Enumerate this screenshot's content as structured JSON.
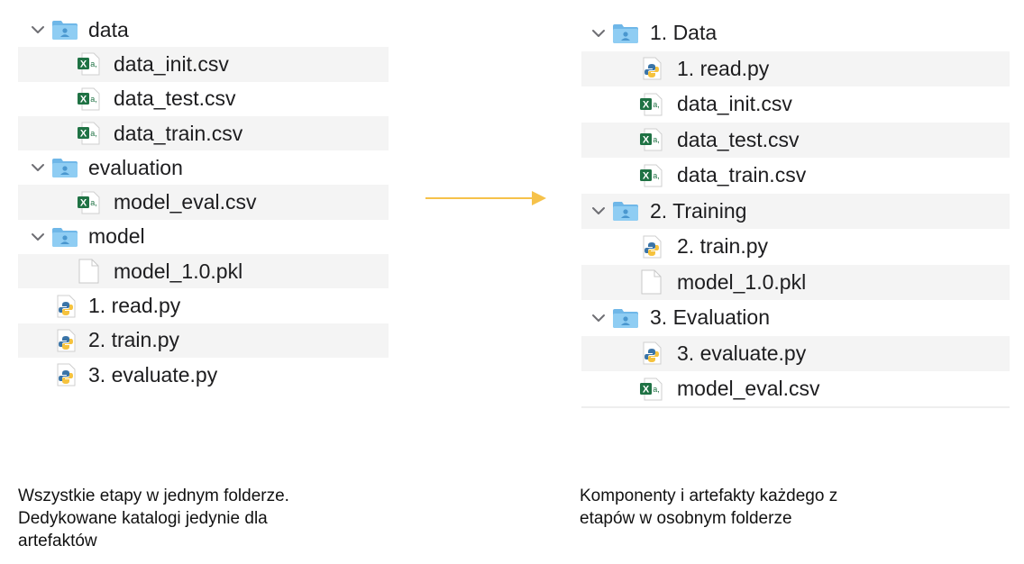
{
  "left_tree": {
    "rows": [
      {
        "label": "data",
        "kind": "folder",
        "level": 0,
        "stripe": false
      },
      {
        "label": "data_init.csv",
        "kind": "csv",
        "level": 1,
        "stripe": true
      },
      {
        "label": "data_test.csv",
        "kind": "csv",
        "level": 1,
        "stripe": false
      },
      {
        "label": "data_train.csv",
        "kind": "csv",
        "level": 1,
        "stripe": true
      },
      {
        "label": "evaluation",
        "kind": "folder",
        "level": 0,
        "stripe": false
      },
      {
        "label": "model_eval.csv",
        "kind": "csv",
        "level": 1,
        "stripe": true
      },
      {
        "label": "model",
        "kind": "folder",
        "level": 0,
        "stripe": false
      },
      {
        "label": "model_1.0.pkl",
        "kind": "file",
        "level": 1,
        "stripe": true
      },
      {
        "label": "1. read.py",
        "kind": "py",
        "level": 0,
        "stripe": false
      },
      {
        "label": "2. train.py",
        "kind": "py",
        "level": 0,
        "stripe": true
      },
      {
        "label": "3. evaluate.py",
        "kind": "py",
        "level": 0,
        "stripe": false
      }
    ]
  },
  "right_tree": {
    "rows": [
      {
        "label": "1. Data",
        "kind": "folder",
        "level": 0,
        "stripe": false
      },
      {
        "label": "1. read.py",
        "kind": "py",
        "level": 1,
        "stripe": true
      },
      {
        "label": "data_init.csv",
        "kind": "csv",
        "level": 1,
        "stripe": false
      },
      {
        "label": "data_test.csv",
        "kind": "csv",
        "level": 1,
        "stripe": true
      },
      {
        "label": "data_train.csv",
        "kind": "csv",
        "level": 1,
        "stripe": false
      },
      {
        "label": "2. Training",
        "kind": "folder",
        "level": 0,
        "stripe": true
      },
      {
        "label": "2. train.py",
        "kind": "py",
        "level": 1,
        "stripe": false
      },
      {
        "label": "model_1.0.pkl",
        "kind": "file",
        "level": 1,
        "stripe": true
      },
      {
        "label": "3. Evaluation",
        "kind": "folder",
        "level": 0,
        "stripe": false
      },
      {
        "label": "3. evaluate.py",
        "kind": "py",
        "level": 1,
        "stripe": true
      },
      {
        "label": "model_eval.csv",
        "kind": "csv",
        "level": 1,
        "stripe": false
      }
    ]
  },
  "captions": {
    "left": [
      "Wszystkie etapy w jednym folderze.",
      "Dedykowane katalogi jedynie dla",
      "artefaktów"
    ],
    "right": [
      "Komponenty i artefakty każdego z",
      "etapów w osobnym folderze"
    ]
  },
  "colors": {
    "stripe": "#f4f4f4",
    "folder": "#7cc1ee",
    "excel": "#1f7244",
    "arrow": "#f6c24a"
  },
  "icons": {
    "folder": "folder-icon",
    "csv": "csv-file-icon",
    "py": "python-file-icon",
    "file": "generic-file-icon",
    "chevron": "chevron-down-icon"
  }
}
